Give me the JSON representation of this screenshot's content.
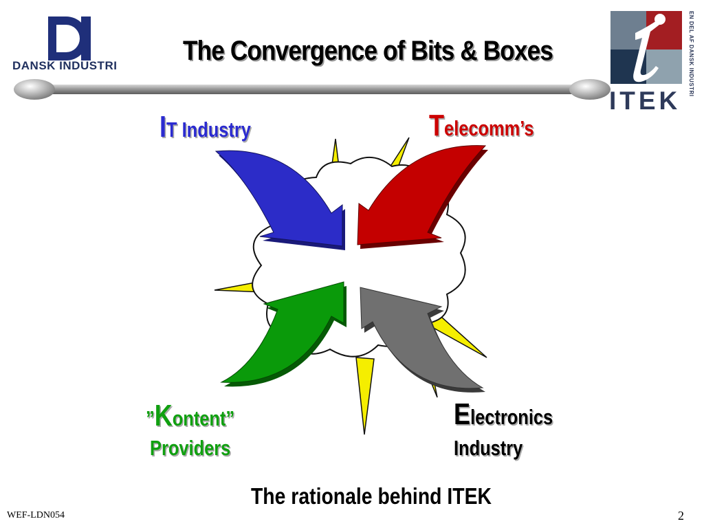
{
  "slide": {
    "title": "The Convergence of Bits & Boxes",
    "subtitle": "The rationale behind ITEK",
    "footer_left": "WEF-LDN054",
    "page_number": "2"
  },
  "logos": {
    "dansk_industri": {
      "mark": "DI",
      "text": "DANSK INDUSTRI"
    },
    "itek": {
      "mark": "i",
      "text": "ITEK",
      "side_text": "EN DEL AF DANSK INDUSTRI"
    }
  },
  "diagram": {
    "it_industry": {
      "initial": "I",
      "rest": "T Industry",
      "color": "#2b2bd0"
    },
    "telecomms": {
      "initial": "T",
      "rest": "elecomm’s",
      "color": "#cc0000"
    },
    "kontent": {
      "open_quote": "”",
      "initial": "K",
      "rest": "ontent”",
      "line2": "Providers",
      "color": "#10a010"
    },
    "electronics": {
      "initial": "E",
      "rest": "lectronics",
      "line2": "Industry",
      "color": "#000000"
    },
    "arrow_colors": {
      "blue": "#2c2cc8",
      "red": "#c40000",
      "green": "#0a9a0a",
      "gray": "#707070",
      "spark": "#f5ee00"
    }
  }
}
